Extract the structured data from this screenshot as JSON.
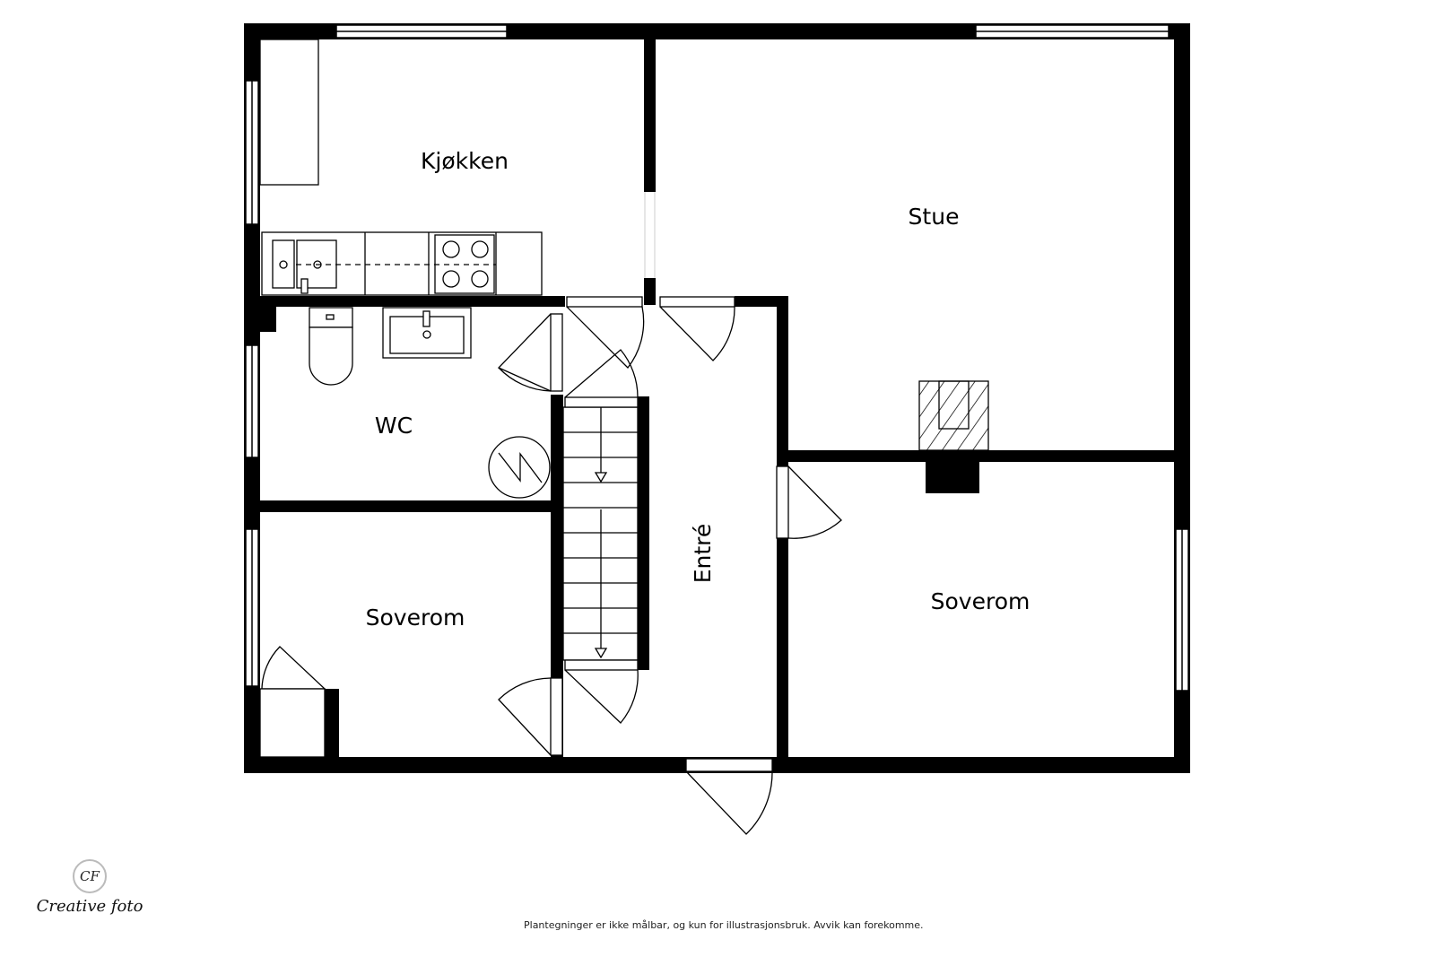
{
  "floorplan": {
    "rooms": [
      {
        "id": "kjokken",
        "label": "Kjøkken"
      },
      {
        "id": "stue",
        "label": "Stue"
      },
      {
        "id": "wc",
        "label": "WC"
      },
      {
        "id": "soverom_left",
        "label": "Soverom"
      },
      {
        "id": "entre",
        "label": "Entré"
      },
      {
        "id": "soverom_right",
        "label": "Soverom"
      }
    ]
  },
  "logo": {
    "monogram": "CF",
    "name": "Creative foto"
  },
  "footer": {
    "disclaimer": "Plantegninger er ikke målbar, og kun for illustrasjonsbruk. Avvik kan forekomme."
  }
}
